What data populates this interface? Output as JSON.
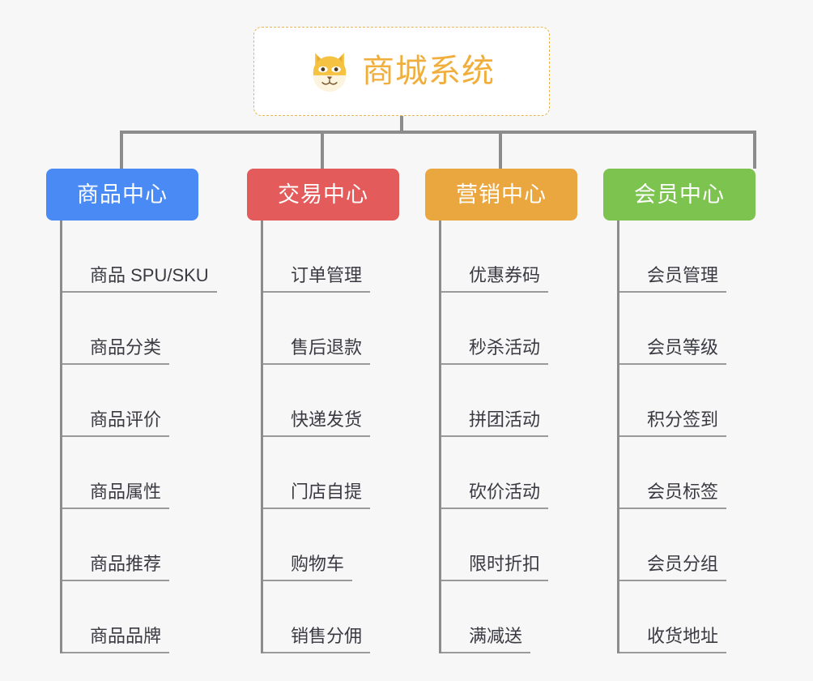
{
  "root": {
    "title": "商城系统",
    "icon": "shiba-dog-face-icon",
    "text_color": "#f0ae3c",
    "border_color": "#e8b64c",
    "background": "#ffffff"
  },
  "canvas": {
    "background": "#f7f7f7",
    "connector_color": "#8c8c8c"
  },
  "columns": [
    {
      "header": "商品中心",
      "color": "#4a8af4",
      "items": [
        "商品 SPU/SKU",
        "商品分类",
        "商品评价",
        "商品属性",
        "商品推荐",
        "商品品牌"
      ]
    },
    {
      "header": "交易中心",
      "color": "#e35b5b",
      "items": [
        "订单管理",
        "售后退款",
        "快递发货",
        "门店自提",
        "购物车",
        "销售分佣"
      ]
    },
    {
      "header": "营销中心",
      "color": "#eba73f",
      "items": [
        "优惠券码",
        "秒杀活动",
        "拼团活动",
        "砍价活动",
        "限时折扣",
        "满减送"
      ]
    },
    {
      "header": "会员中心",
      "color": "#7cc34f",
      "items": [
        "会员管理",
        "会员等级",
        "积分签到",
        "会员标签",
        "会员分组",
        "收货地址"
      ]
    }
  ]
}
